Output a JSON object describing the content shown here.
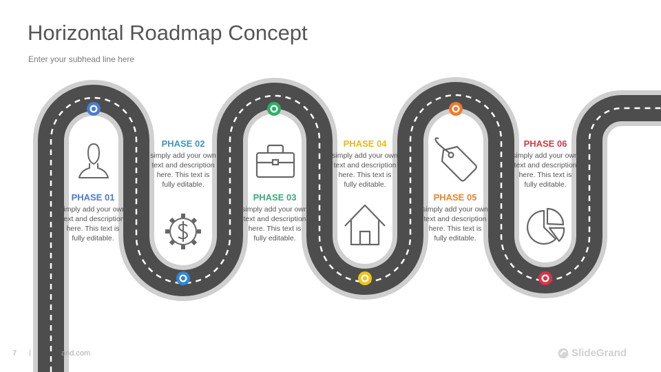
{
  "slide": {
    "title": "Horizontal Roadmap Concept",
    "subhead": "Enter your subhead line here"
  },
  "phases": [
    {
      "title": "PHASE 01",
      "desc": "simply add your own text and description here. This text is fully editable.",
      "color": "#4a7bd0",
      "icon": "user-icon",
      "marker_color": "#4a7bd0"
    },
    {
      "title": "PHASE 02",
      "desc": "simply add your own text and description here. This text is fully editable.",
      "color": "#3d92c9",
      "icon": "dollar-gear-icon",
      "marker_color": "#2f86d6"
    },
    {
      "title": "PHASE 03",
      "desc": "simply add your own text and description here. This text is fully editable.",
      "color": "#3aa97a",
      "icon": "briefcase-icon",
      "marker_color": "#2fae6b"
    },
    {
      "title": "PHASE 04",
      "desc": "simply add your own text and description here. This text is fully editable.",
      "color": "#e8b914",
      "icon": "home-icon",
      "marker_color": "#f0c419"
    },
    {
      "title": "PHASE 05",
      "desc": "simply add your own text and description here. This text is fully editable.",
      "color": "#e8832a",
      "icon": "tag-icon",
      "marker_color": "#ee7a2c"
    },
    {
      "title": "PHASE 06",
      "desc": "simply add your own text and description here. This text is fully editable.",
      "color": "#cf3b45",
      "icon": "pie-chart-icon",
      "marker_color": "#d8344a"
    }
  ],
  "footer": {
    "page_number": "7",
    "separator": "|",
    "website": "and.com",
    "brand": "SlideGrand"
  }
}
